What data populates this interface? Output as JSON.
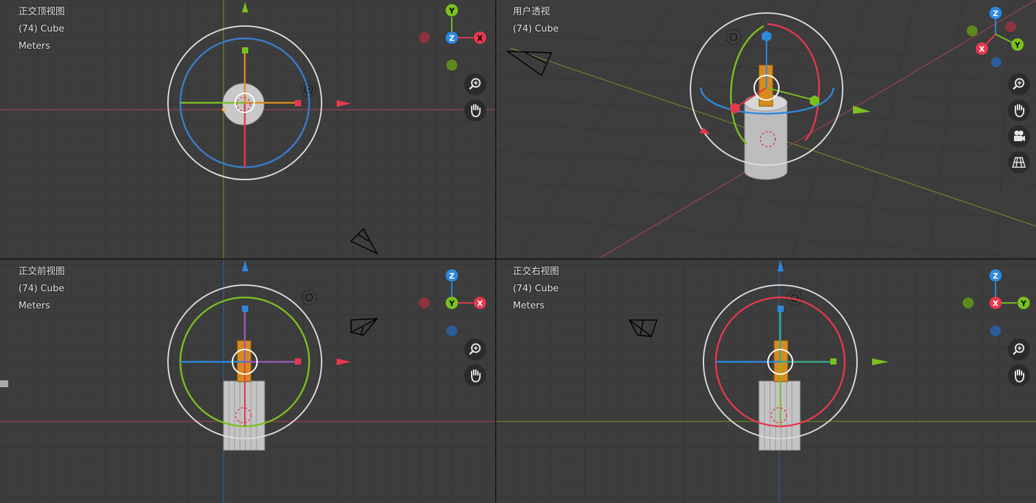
{
  "viewports": {
    "top": {
      "view_name": "正交顶视图",
      "object": "(74) Cube",
      "units": "Meters"
    },
    "user": {
      "view_name": "用户透视",
      "object": "(74) Cube"
    },
    "front": {
      "view_name": "正交前视图",
      "object": "(74) Cube",
      "units": "Meters"
    },
    "right": {
      "view_name": "正交右视图",
      "object": "(74) Cube",
      "units": "Meters"
    }
  },
  "axis_labels": {
    "x": "X",
    "y": "Y",
    "z": "Z"
  },
  "colors": {
    "x_axis": "#e5384e",
    "y_axis": "#7ac11e",
    "z_axis": "#2d89de",
    "viewport_bg": "#3d3d3d",
    "grid": "#363636",
    "object": "#cfcfcf",
    "bone": "#d78b1e"
  },
  "icons": {
    "zoom": "zoom-icon",
    "pan": "hand-pan-icon",
    "camera": "camera-view-icon",
    "ortho": "grid-perspective-icon"
  }
}
